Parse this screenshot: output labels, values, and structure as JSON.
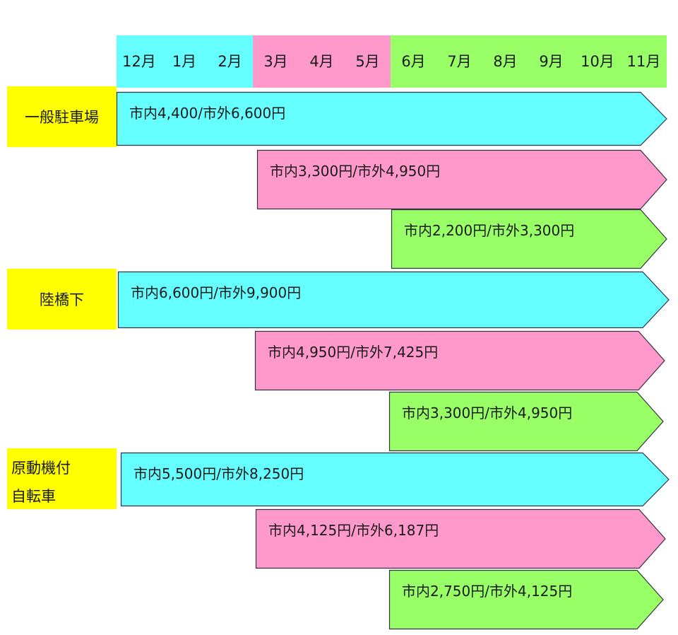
{
  "colors": {
    "cyan": "#66ffff",
    "pink": "#ff99cc",
    "green": "#99ff66",
    "category_bg": "#ffff00",
    "outline": "#333344"
  },
  "months": [
    "12月",
    "1月",
    "2月",
    "3月",
    "4月",
    "5月",
    "6月",
    "7月",
    "8月",
    "9月",
    "10月",
    "11月"
  ],
  "categories": [
    {
      "label_lines": [
        "一般駐車場"
      ]
    },
    {
      "label_lines": [
        "陸橋下"
      ]
    },
    {
      "label_lines": [
        "原動機付",
        "自転車"
      ]
    }
  ],
  "rates": [
    {
      "category": "一般駐車場",
      "period": "12月-11月",
      "color": "cyan",
      "text": "市内4,400/市外6,600円"
    },
    {
      "category": "一般駐車場",
      "period": "3月-11月",
      "color": "pink",
      "text": "市内3,300円/市外4,950円"
    },
    {
      "category": "一般駐車場",
      "period": "6月-11月",
      "color": "green",
      "text": "市内2,200円/市外3,300円"
    },
    {
      "category": "陸橋下",
      "period": "12月-11月",
      "color": "cyan",
      "text": "市内6,600円/市外9,900円"
    },
    {
      "category": "陸橋下",
      "period": "3月-11月",
      "color": "pink",
      "text": "市内4,950円/市外7,425円"
    },
    {
      "category": "陸橋下",
      "period": "6月-11月",
      "color": "green",
      "text": "市内3,300円/市外4,950円"
    },
    {
      "category": "原動機付自転車",
      "period": "12月-11月",
      "color": "cyan",
      "text": "市内5,500円/市外8,250円"
    },
    {
      "category": "原動機付自転車",
      "period": "3月-11月",
      "color": "pink",
      "text": "市内4,125円/市外6,187円"
    },
    {
      "category": "原動機付自転車",
      "period": "6月-11月",
      "color": "green",
      "text": "市内2,750円/市外4,125円"
    }
  ]
}
